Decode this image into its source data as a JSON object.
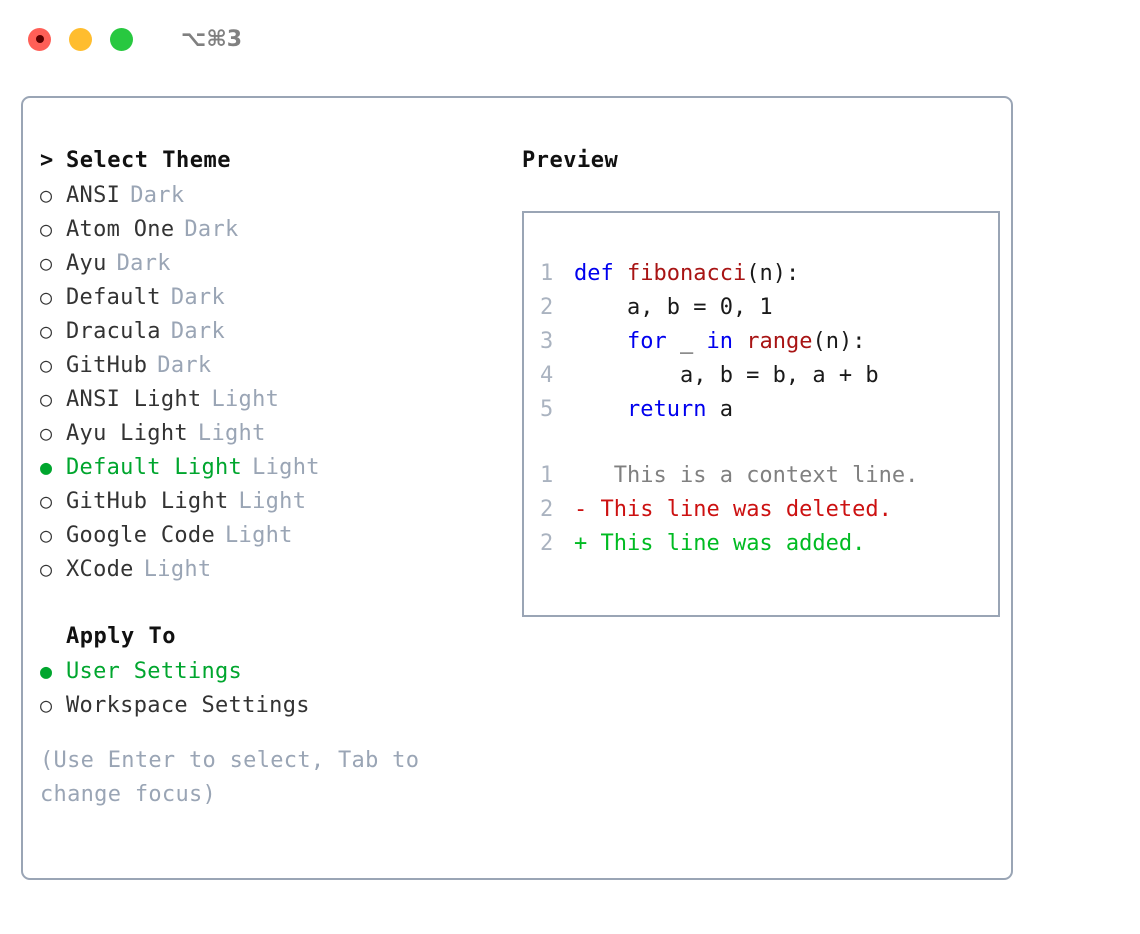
{
  "titlebar": {
    "traffic_lights": [
      {
        "name": "close",
        "color": "#ff5f57",
        "active_dot": true
      },
      {
        "name": "minimize",
        "color": "#ffbd2e",
        "active_dot": false
      },
      {
        "name": "maximize",
        "color": "#28c840",
        "active_dot": false
      }
    ],
    "shortcut": "⌥⌘3"
  },
  "theme_picker": {
    "header": "Select Theme",
    "caret": ">",
    "marker_selected": "●",
    "marker_unselected": "○",
    "items": [
      {
        "label": "ANSI",
        "badge": "Dark",
        "selected": false
      },
      {
        "label": "Atom One",
        "badge": "Dark",
        "selected": false
      },
      {
        "label": "Ayu",
        "badge": "Dark",
        "selected": false
      },
      {
        "label": "Default",
        "badge": "Dark",
        "selected": false
      },
      {
        "label": "Dracula",
        "badge": "Dark",
        "selected": false
      },
      {
        "label": "GitHub",
        "badge": "Dark",
        "selected": false
      },
      {
        "label": "ANSI Light",
        "badge": "Light",
        "selected": false
      },
      {
        "label": "Ayu Light",
        "badge": "Light",
        "selected": false
      },
      {
        "label": "Default Light",
        "badge": "Light",
        "selected": true
      },
      {
        "label": "GitHub Light",
        "badge": "Light",
        "selected": false
      },
      {
        "label": "Google Code",
        "badge": "Light",
        "selected": false
      },
      {
        "label": "XCode",
        "badge": "Light",
        "selected": false
      }
    ]
  },
  "apply_to": {
    "header": "Apply To",
    "items": [
      {
        "label": "User Settings",
        "selected": true
      },
      {
        "label": "Workspace Settings",
        "selected": false
      }
    ]
  },
  "hint": "(Use Enter to select, Tab to change focus)",
  "preview": {
    "title": "Preview",
    "code_lines": [
      {
        "no": "1",
        "tokens": [
          {
            "t": "def",
            "c": "kw"
          },
          {
            "t": " ",
            "c": "plain"
          },
          {
            "t": "fibonacci",
            "c": "fn"
          },
          {
            "t": "(n):",
            "c": "plain"
          }
        ]
      },
      {
        "no": "2",
        "tokens": [
          {
            "t": "    a, b = 0, 1",
            "c": "plain"
          }
        ]
      },
      {
        "no": "3",
        "tokens": [
          {
            "t": "    ",
            "c": "plain"
          },
          {
            "t": "for",
            "c": "kw"
          },
          {
            "t": " _ ",
            "c": "plain"
          },
          {
            "t": "in",
            "c": "kw"
          },
          {
            "t": " ",
            "c": "plain"
          },
          {
            "t": "range",
            "c": "fn"
          },
          {
            "t": "(n):",
            "c": "plain"
          }
        ]
      },
      {
        "no": "4",
        "tokens": [
          {
            "t": "        a, b = b, a + b",
            "c": "plain"
          }
        ]
      },
      {
        "no": "5",
        "tokens": [
          {
            "t": "    ",
            "c": "plain"
          },
          {
            "t": "return",
            "c": "kw"
          },
          {
            "t": " a",
            "c": "plain"
          }
        ]
      }
    ],
    "diff_lines": [
      {
        "no": "1",
        "sign": " ",
        "text": "  This is a context line.",
        "kind": "ctx"
      },
      {
        "no": "2",
        "sign": "-",
        "text": " This line was deleted.",
        "kind": "del"
      },
      {
        "no": "2",
        "sign": "+",
        "text": " This line was added.",
        "kind": "add"
      }
    ]
  },
  "colors": {
    "accent_green": "#00a62e",
    "border": "#9aa5b5",
    "badge_grey": "#9aa5b5",
    "keyword_blue": "#0000ee",
    "function_red": "#a81414",
    "diff_add": "#00bb22",
    "diff_del": "#cc1111",
    "lineno": "#aab3c0"
  }
}
